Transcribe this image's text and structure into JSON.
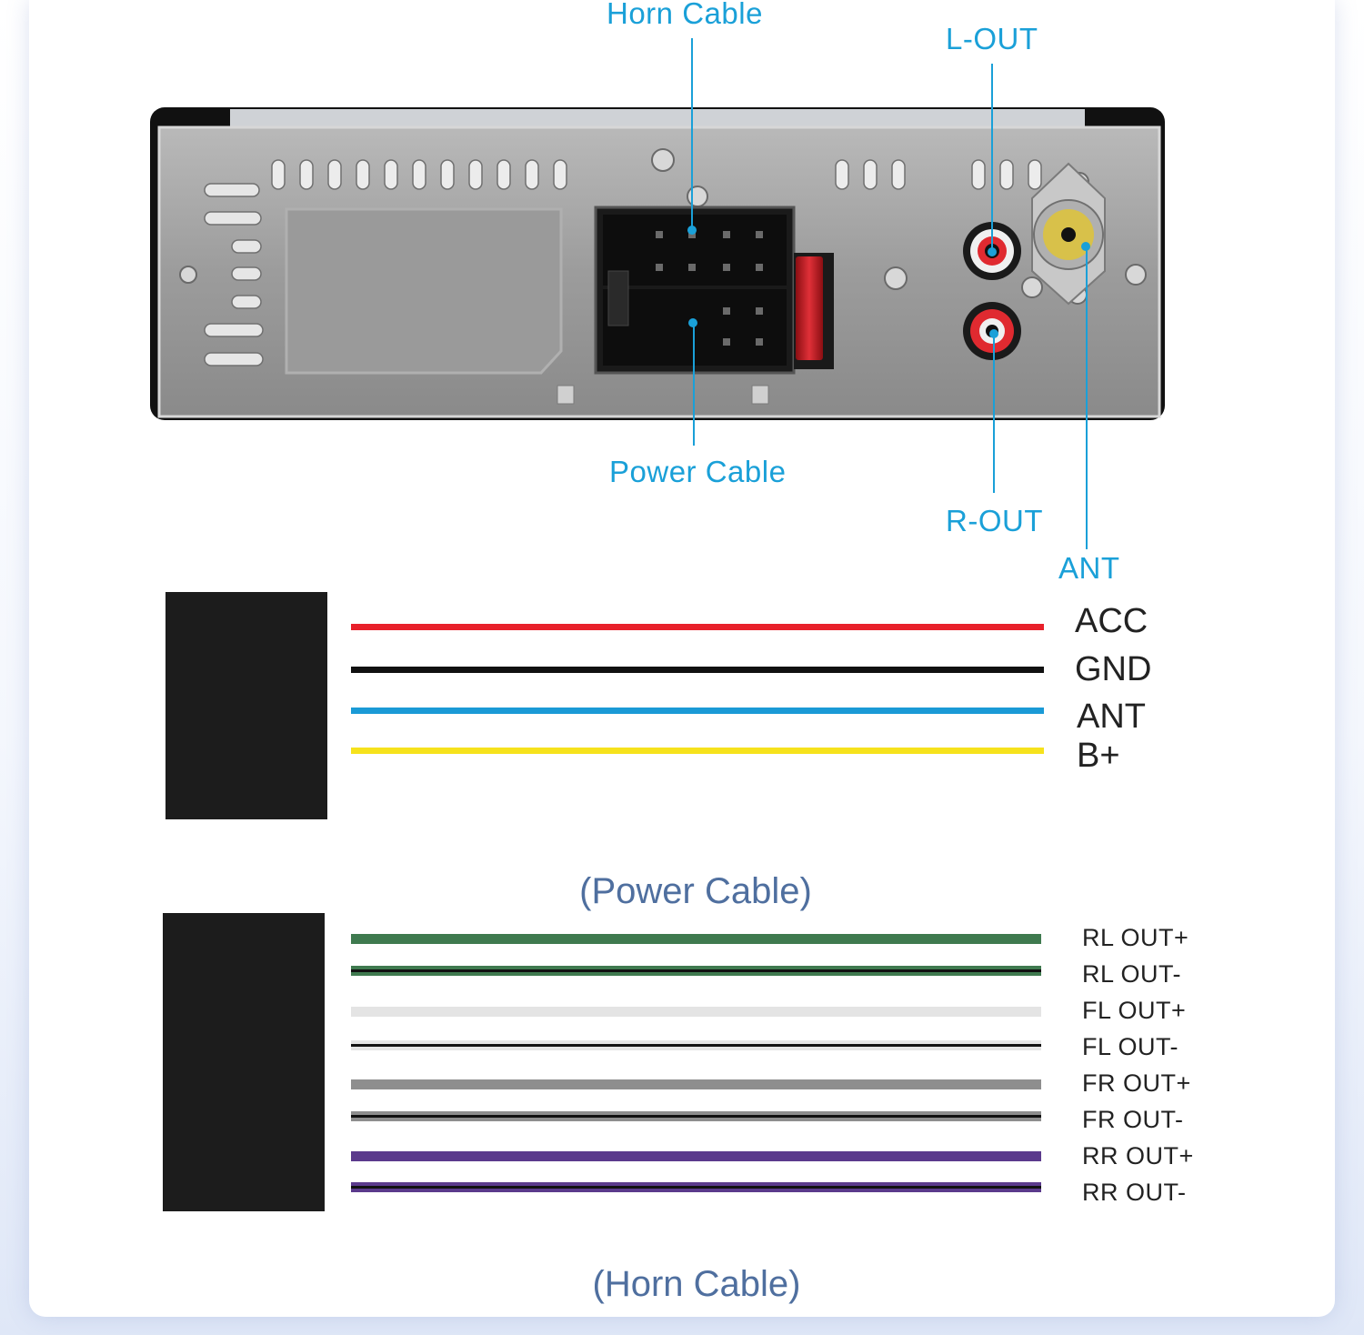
{
  "callouts": {
    "horn_cable": "Horn Cable",
    "l_out": "L-OUT",
    "power_cable": "Power Cable",
    "r_out": "R-OUT",
    "ant": "ANT"
  },
  "colors": {
    "callout": "#1aa0d8",
    "caption": "#4f6f9f"
  },
  "power_cable": {
    "caption": "(Power Cable)",
    "wires": [
      {
        "label": "ACC",
        "color": "#e8202a"
      },
      {
        "label": "GND",
        "color": "#111111"
      },
      {
        "label": "ANT",
        "color": "#1a9ad6"
      },
      {
        "label": "B+",
        "color": "#f6e21c"
      }
    ]
  },
  "horn_cable": {
    "caption": "(Horn Cable)",
    "wires": [
      {
        "label": "RL OUT+",
        "color": "#3f7a4f",
        "stripe": null
      },
      {
        "label": "RL OUT-",
        "color": "#3f7a4f",
        "stripe": "#111111"
      },
      {
        "label": "FL OUT+",
        "color": "#e4e4e4",
        "stripe": null
      },
      {
        "label": "FL OUT-",
        "color": "#e4e4e4",
        "stripe": "#111111"
      },
      {
        "label": "FR OUT+",
        "color": "#8e8e8e",
        "stripe": null
      },
      {
        "label": "FR OUT-",
        "color": "#8e8e8e",
        "stripe": "#111111"
      },
      {
        "label": "RR OUT+",
        "color": "#5b3a8c",
        "stripe": null
      },
      {
        "label": "RR OUT-",
        "color": "#5b3a8c",
        "stripe": "#111111"
      }
    ]
  }
}
